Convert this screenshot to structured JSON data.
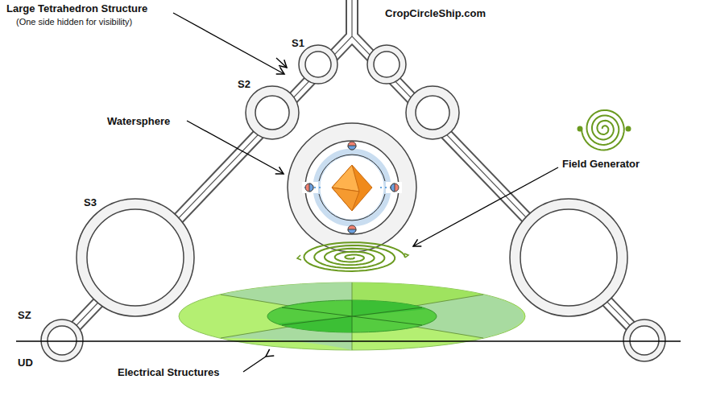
{
  "diagram": {
    "labels": [
      "Large Tetrahedron Structure",
      "(One side hidden for visibility)",
      "CropCircleShip.com",
      "S1",
      "S2",
      "Watersphere",
      "Field Generator",
      "S3",
      "SZ",
      "UD",
      "Electrical Structures"
    ]
  }
}
